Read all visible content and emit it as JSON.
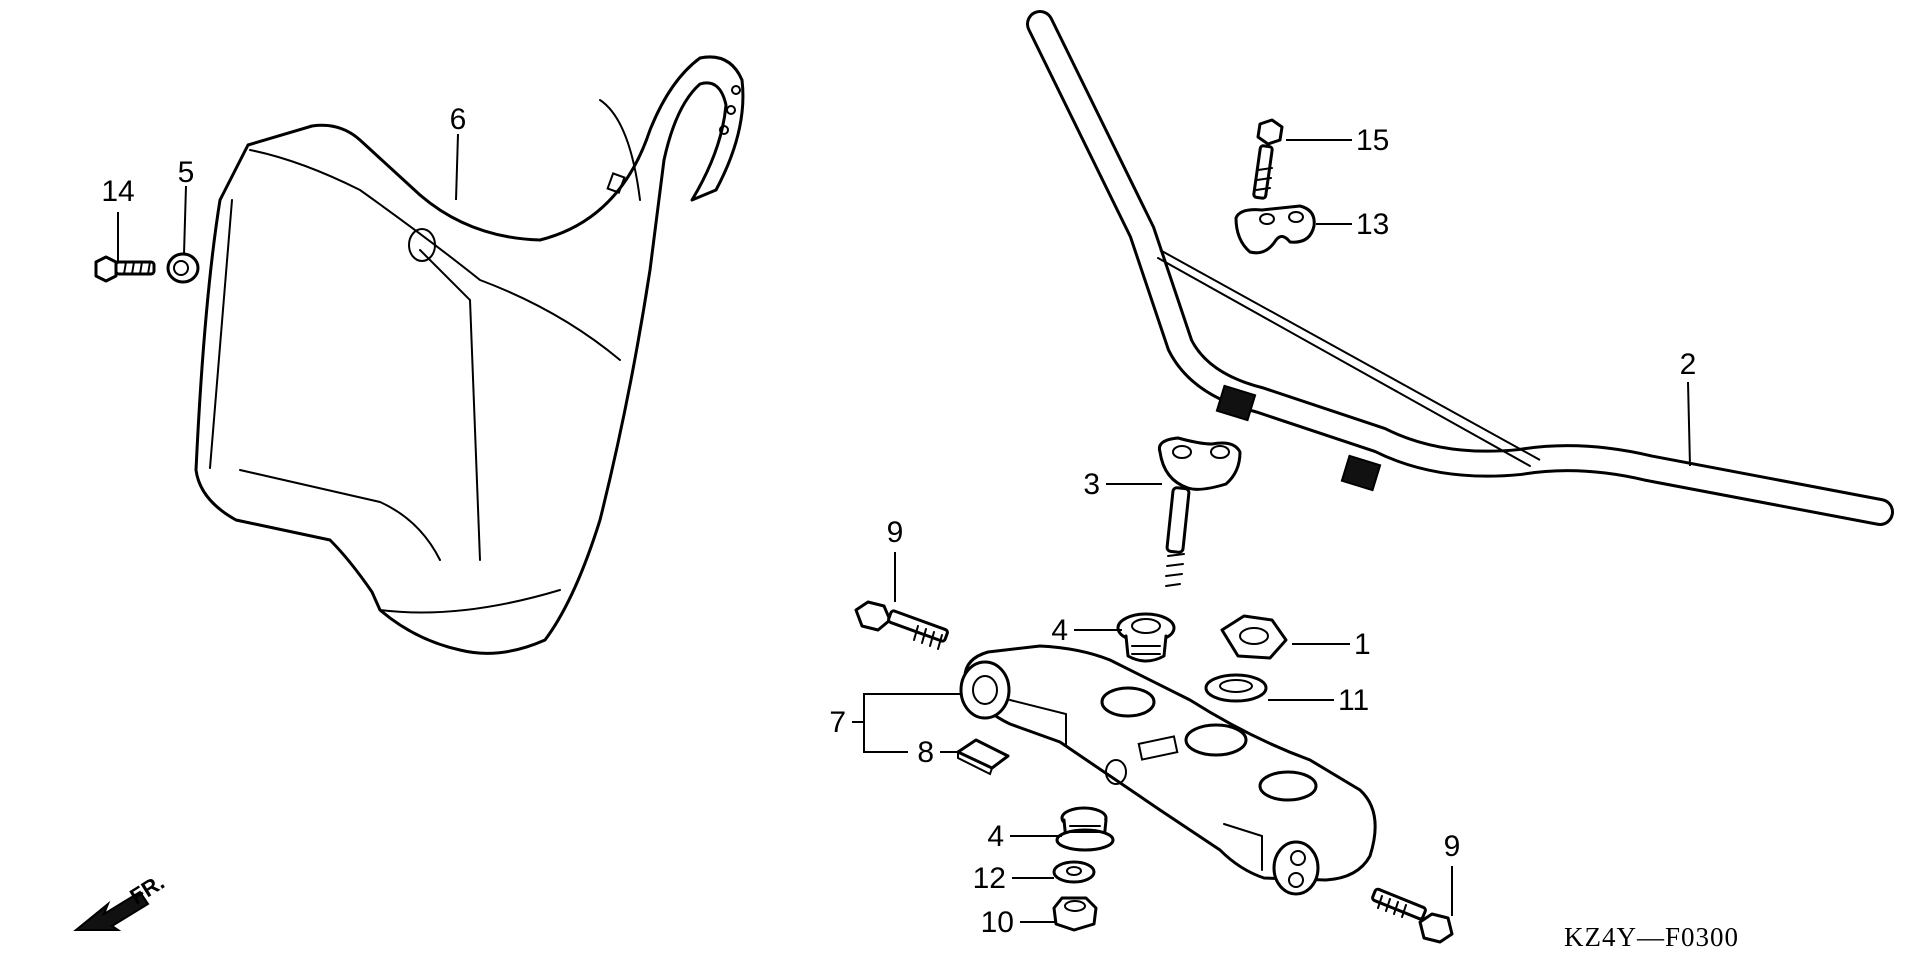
{
  "diagram": {
    "code": "KZ4Y—F0300",
    "direction_label": "FR.",
    "callouts": [
      {
        "key": "n1",
        "label": "1"
      },
      {
        "key": "n2",
        "label": "2"
      },
      {
        "key": "n3",
        "label": "3"
      },
      {
        "key": "n4a",
        "label": "4"
      },
      {
        "key": "n4b",
        "label": "4"
      },
      {
        "key": "n5",
        "label": "5"
      },
      {
        "key": "n6",
        "label": "6"
      },
      {
        "key": "n7",
        "label": "7"
      },
      {
        "key": "n8",
        "label": "8"
      },
      {
        "key": "n9a",
        "label": "9"
      },
      {
        "key": "n9b",
        "label": "9"
      },
      {
        "key": "n10",
        "label": "10"
      },
      {
        "key": "n11",
        "label": "11"
      },
      {
        "key": "n12",
        "label": "12"
      },
      {
        "key": "n13",
        "label": "13"
      },
      {
        "key": "n14",
        "label": "14"
      },
      {
        "key": "n15",
        "label": "15"
      }
    ]
  }
}
